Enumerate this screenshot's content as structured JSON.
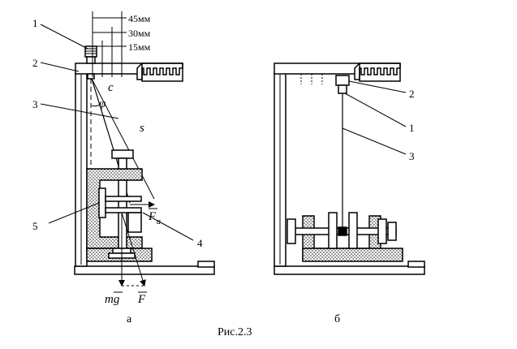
{
  "dimensions": {
    "d45": "45мм",
    "d30": "30мм",
    "d15": "15мм"
  },
  "labels_a": {
    "n1": "1",
    "n2": "2",
    "n3": "3",
    "n4": "4",
    "n5": "5"
  },
  "labels_b": {
    "n1": "1",
    "n2": "2",
    "n3": "3"
  },
  "symbols": {
    "c": "c",
    "phi": "φ",
    "s": "s",
    "fa": "F",
    "fa_sub": "a",
    "mg": "mg",
    "f": "F"
  },
  "panel_a": "а",
  "panel_b": "б",
  "caption": "Рис.2.3",
  "colors": {
    "stroke": "#000000",
    "hatch": "#000000"
  }
}
